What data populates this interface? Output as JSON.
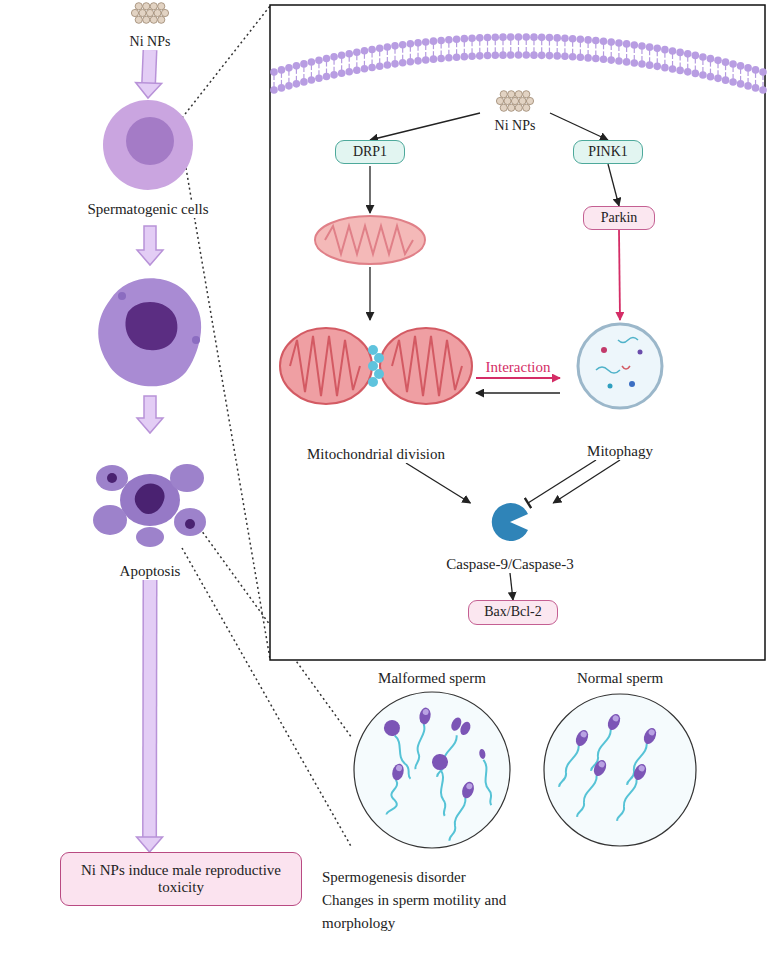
{
  "diagram": {
    "nodes": [
      {
        "text": [
          "Ni NPs"
        ]
      },
      {
        "text": [
          "Spermatogenic cells"
        ]
      },
      {
        "text": [
          "Ni NPs"
        ]
      },
      {
        "text": [
          "DRP1"
        ]
      },
      {
        "text": [
          "PINK1"
        ]
      },
      {
        "text": [
          "Parkin"
        ]
      },
      {
        "text": [
          "Mitochondrial division"
        ]
      },
      {
        "text": [
          "Mitophagy"
        ]
      },
      {
        "text": [
          "Caspase-9/Caspase-3"
        ]
      },
      {
        "text": [
          "Bax/Bcl-2"
        ]
      },
      {
        "text": [
          "Apoptosis"
        ]
      },
      {
        "text": [
          "Malformed sperm"
        ]
      },
      {
        "text": [
          "Normal sperm"
        ]
      },
      {
        "text": [
          "Ni NPs induce male reproductive toxicity"
        ]
      }
    ],
    "edges": [
      {
        "from": 0,
        "to": 1,
        "arrow": "to"
      },
      {
        "from": 2,
        "to": 3,
        "arrow": "to"
      },
      {
        "from": 2,
        "to": 4,
        "arrow": "to"
      },
      {
        "from": 4,
        "to": 5,
        "arrow": "to"
      },
      {
        "from": 5,
        "to": 7,
        "arrow": "to"
      },
      {
        "from": 6,
        "to": 7,
        "label": "Interaction",
        "arrow": "to"
      },
      {
        "from": 7,
        "to": 6,
        "arrow": "to"
      },
      {
        "from": 6,
        "to": 8,
        "arrow": "to"
      },
      {
        "from": 7,
        "to": 8,
        "arrow": "to"
      },
      {
        "from": 7,
        "to": 8,
        "arrow": "to"
      },
      {
        "from": 8,
        "to": 9,
        "arrow": "to"
      },
      {
        "from": 10,
        "to": 13,
        "arrow": "to"
      }
    ],
    "labels": [
      "Spermogenesis disorder",
      "Changes in sperm motility and morphology"
    ]
  }
}
